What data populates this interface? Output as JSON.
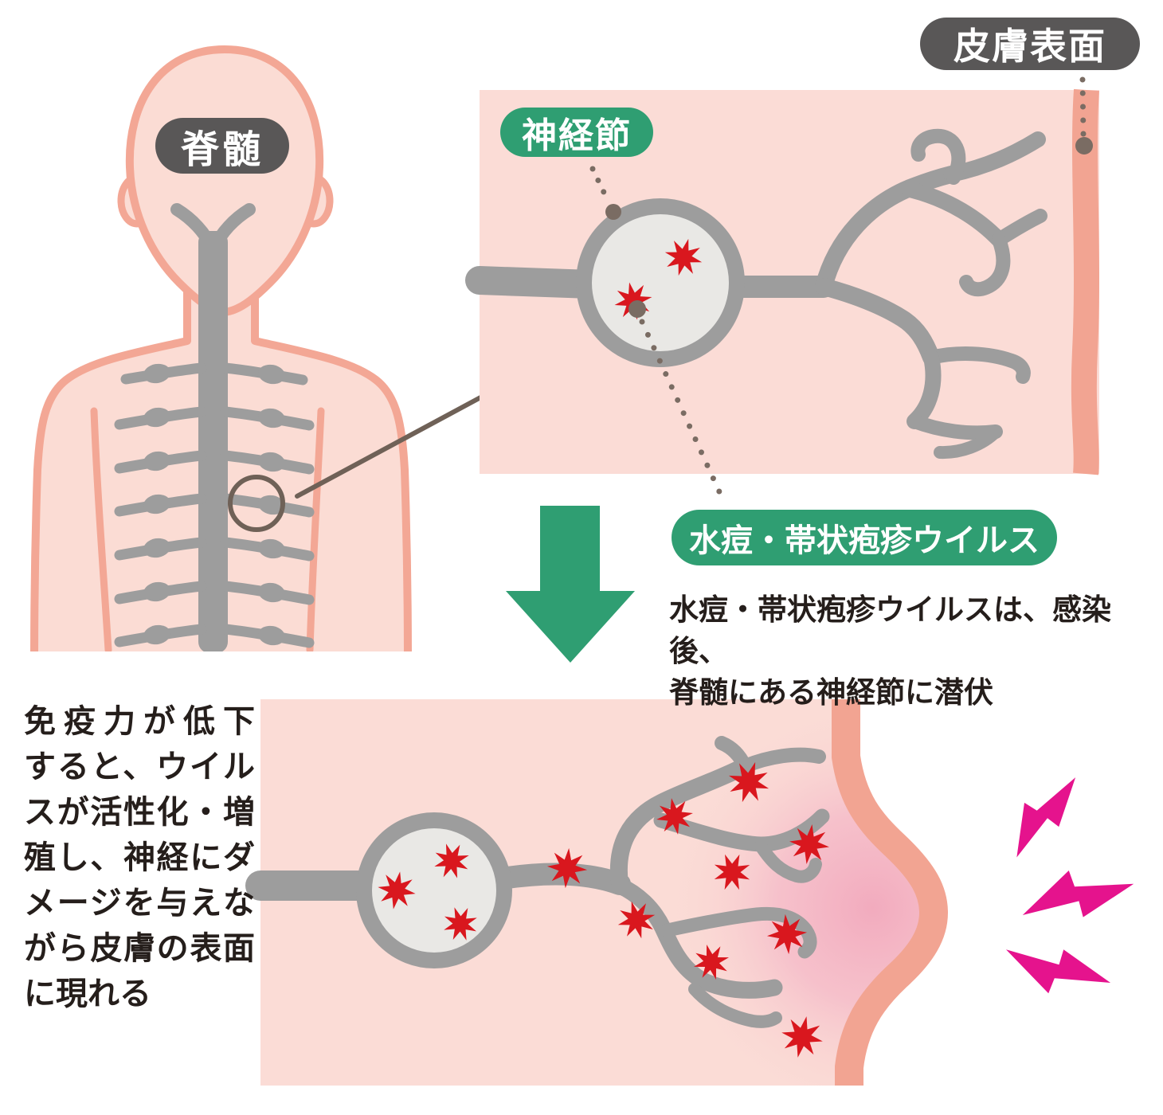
{
  "labels": {
    "spinal_cord": "脊髄",
    "ganglion": "神経節",
    "skin_surface": "皮膚表面",
    "virus": "水痘・帯状疱疹ウイルス"
  },
  "captions": {
    "latency_lines": [
      "水痘・帯状疱疹ウイルスは、感染後、",
      "脊髄にある神経節に潜伏"
    ],
    "reactivation_lines": [
      "免疫力が低下",
      "すると、ウイル",
      "スが活性化・増",
      "殖し、神経にダ",
      "メージを与えな",
      "がら皮膚の表面",
      "に現れる"
    ]
  },
  "icons": {
    "virus": "virus-star-icon",
    "pain": "pain-flash-icon",
    "arrow": "down-arrow-icon"
  },
  "colors": {
    "badge_dark": "#595757",
    "badge_green": "#2f9e72",
    "panel_pink": "#fbdcd6",
    "skin_stripe": "#f2a492",
    "body_fill": "#fbdcd4",
    "body_outline": "#f3a795",
    "nerve_gray": "#9d9d9d",
    "ganglion_fill": "#e9e8e5",
    "virus_red": "#d9171e",
    "pain_magenta": "#e5138d",
    "leader_dots": "#7a6c63",
    "text": "#251e1b",
    "inflammation": "#f2abbe"
  }
}
